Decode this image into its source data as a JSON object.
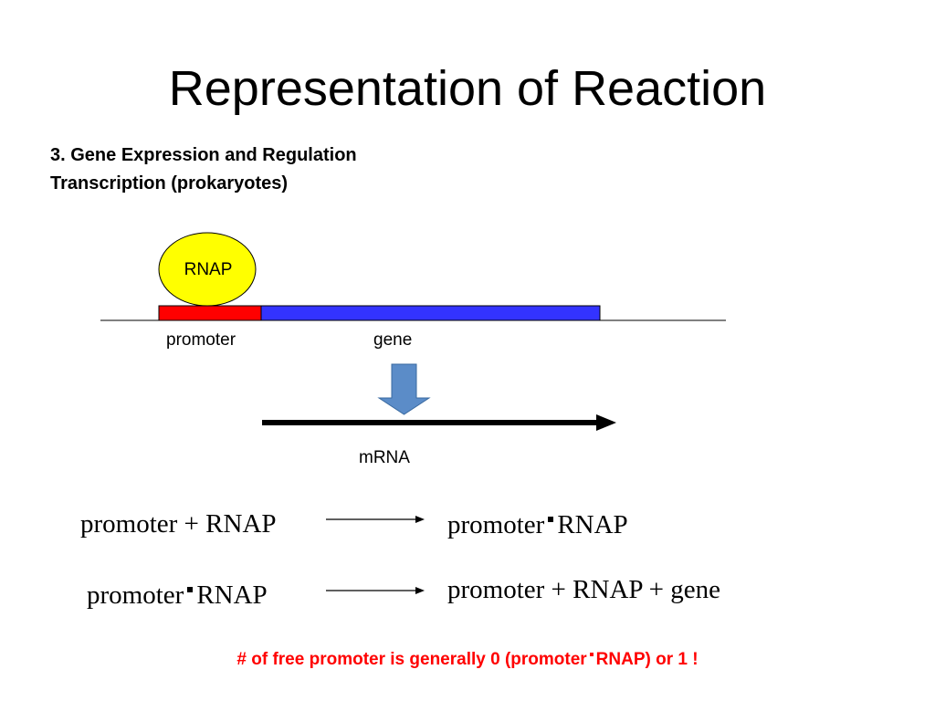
{
  "slide": {
    "title": "Representation of Reaction",
    "subtitle_line1": "3. Gene Expression and Regulation",
    "subtitle_line2": "Transcription (prokaryotes)"
  },
  "diagram": {
    "rnap_label": "RNAP",
    "promoter_label": "promoter",
    "gene_label": "gene",
    "mrna_label": "mRNA",
    "colors": {
      "rnap": "#ffff00",
      "promoter": "#ff0000",
      "gene": "#3333ff",
      "arrow_down": "#5b8cc8"
    }
  },
  "reactions": [
    {
      "left": "promoter + RNAP",
      "right_a": "promoter",
      "right_b": "RNAP"
    },
    {
      "left_a": "promoter",
      "left_b": "RNAP",
      "right": "promoter + RNAP + gene"
    }
  ],
  "note": {
    "part1": "# of free promoter is generally 0 (promoter",
    "part2": "RNAP) or 1 !",
    "color": "#ff0000"
  }
}
